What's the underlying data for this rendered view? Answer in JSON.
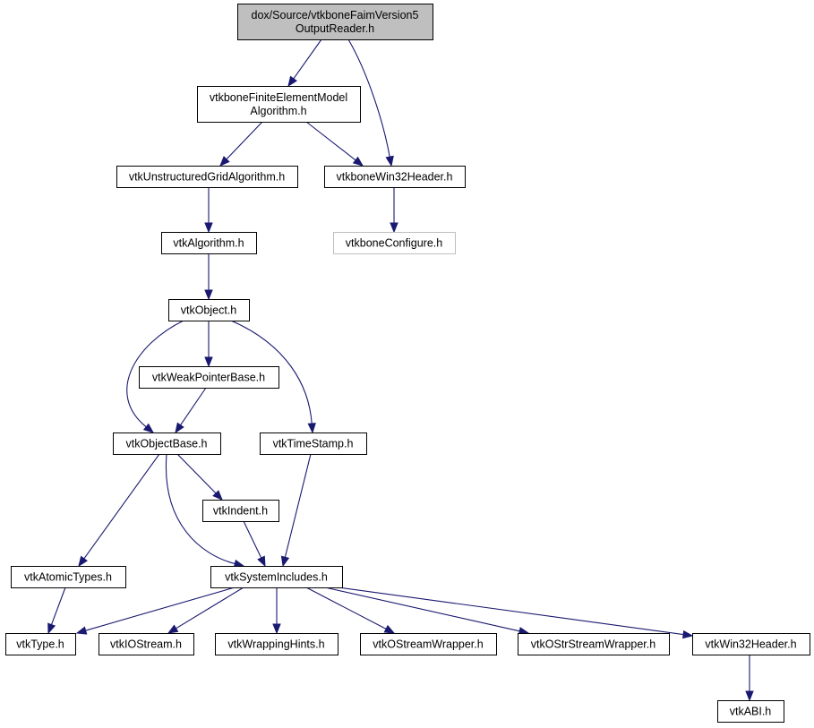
{
  "diagram": {
    "nodes": [
      {
        "id": "root",
        "lines": [
          "dox/Source/vtkboneFaimVersion5",
          "OutputReader.h"
        ],
        "style": "root"
      },
      {
        "id": "fem",
        "lines": [
          "vtkboneFiniteElementModel",
          "Algorithm.h"
        ],
        "style": "normal"
      },
      {
        "id": "ugalg",
        "lines": [
          "vtkUnstructuredGridAlgorithm.h"
        ],
        "style": "normal"
      },
      {
        "id": "win32bone",
        "lines": [
          "vtkboneWin32Header.h"
        ],
        "style": "normal"
      },
      {
        "id": "alg",
        "lines": [
          "vtkAlgorithm.h"
        ],
        "style": "normal"
      },
      {
        "id": "boneconf",
        "lines": [
          "vtkboneConfigure.h"
        ],
        "style": "missing"
      },
      {
        "id": "obj",
        "lines": [
          "vtkObject.h"
        ],
        "style": "normal"
      },
      {
        "id": "weak",
        "lines": [
          "vtkWeakPointerBase.h"
        ],
        "style": "normal"
      },
      {
        "id": "objbase",
        "lines": [
          "vtkObjectBase.h"
        ],
        "style": "normal"
      },
      {
        "id": "timestamp",
        "lines": [
          "vtkTimeStamp.h"
        ],
        "style": "normal"
      },
      {
        "id": "indent",
        "lines": [
          "vtkIndent.h"
        ],
        "style": "normal"
      },
      {
        "id": "atomic",
        "lines": [
          "vtkAtomicTypes.h"
        ],
        "style": "normal"
      },
      {
        "id": "sysinc",
        "lines": [
          "vtkSystemIncludes.h"
        ],
        "style": "normal"
      },
      {
        "id": "type",
        "lines": [
          "vtkType.h"
        ],
        "style": "normal"
      },
      {
        "id": "iostream",
        "lines": [
          "vtkIOStream.h"
        ],
        "style": "normal"
      },
      {
        "id": "wrap",
        "lines": [
          "vtkWrappingHints.h"
        ],
        "style": "normal"
      },
      {
        "id": "ostream",
        "lines": [
          "vtkOStreamWrapper.h"
        ],
        "style": "normal"
      },
      {
        "id": "ostr",
        "lines": [
          "vtkOStrStreamWrapper.h"
        ],
        "style": "normal"
      },
      {
        "id": "win32",
        "lines": [
          "vtkWin32Header.h"
        ],
        "style": "normal"
      },
      {
        "id": "abi",
        "lines": [
          "vtkABI.h"
        ],
        "style": "normal"
      }
    ],
    "edges": [
      {
        "from": "root",
        "to": "fem"
      },
      {
        "from": "root",
        "to": "win32bone"
      },
      {
        "from": "fem",
        "to": "ugalg"
      },
      {
        "from": "fem",
        "to": "win32bone"
      },
      {
        "from": "ugalg",
        "to": "alg"
      },
      {
        "from": "win32bone",
        "to": "boneconf"
      },
      {
        "from": "alg",
        "to": "obj"
      },
      {
        "from": "obj",
        "to": "weak"
      },
      {
        "from": "obj",
        "to": "objbase"
      },
      {
        "from": "obj",
        "to": "timestamp"
      },
      {
        "from": "weak",
        "to": "objbase"
      },
      {
        "from": "objbase",
        "to": "indent"
      },
      {
        "from": "objbase",
        "to": "atomic"
      },
      {
        "from": "objbase",
        "to": "sysinc"
      },
      {
        "from": "timestamp",
        "to": "sysinc"
      },
      {
        "from": "indent",
        "to": "sysinc"
      },
      {
        "from": "atomic",
        "to": "type"
      },
      {
        "from": "sysinc",
        "to": "type"
      },
      {
        "from": "sysinc",
        "to": "iostream"
      },
      {
        "from": "sysinc",
        "to": "wrap"
      },
      {
        "from": "sysinc",
        "to": "ostream"
      },
      {
        "from": "sysinc",
        "to": "ostr"
      },
      {
        "from": "sysinc",
        "to": "win32"
      },
      {
        "from": "win32",
        "to": "abi"
      }
    ],
    "colors": {
      "edge": "#191970",
      "root_fill": "#bfbfbf",
      "node_border": "#000000",
      "missing_border": "#bfbfbf"
    }
  }
}
